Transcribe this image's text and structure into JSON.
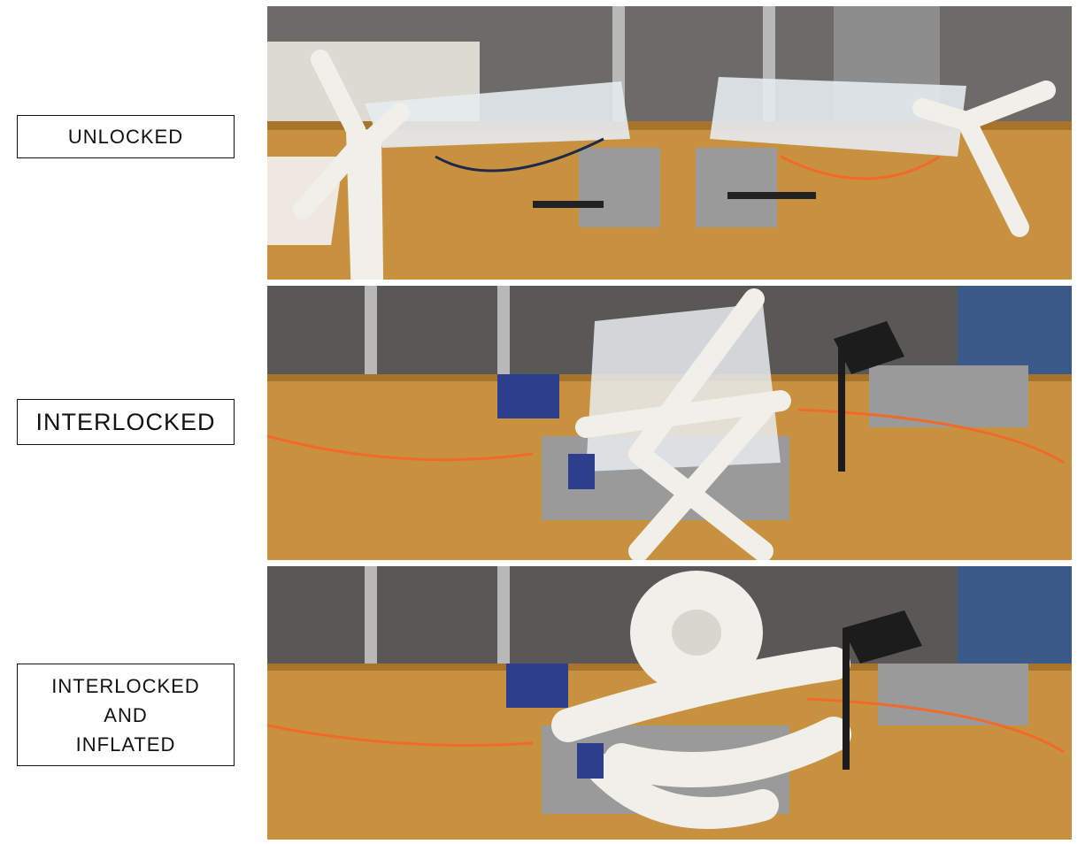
{
  "panels": [
    {
      "label_lines": [
        "UNLOCKED"
      ],
      "scene": "two-arm-soft-actuator-unlocked"
    },
    {
      "label_lines": [
        "INTERLOCKED"
      ],
      "scene": "soft-actuator-interlocked"
    },
    {
      "label_lines": [
        "INTERLOCKED",
        "AND",
        "INFLATED"
      ],
      "scene": "soft-actuator-interlocked-inflated"
    }
  ],
  "colors": {
    "bench": "#c8913f",
    "bench_dark": "#a8742c",
    "background_lab": "#5a5856",
    "tube": "#f0efea",
    "clamp_blue": "#2d3f8c",
    "clamp_black": "#1c1c1c",
    "hose_orange": "#f06a2a",
    "aluminum": "#9a9a9a"
  }
}
